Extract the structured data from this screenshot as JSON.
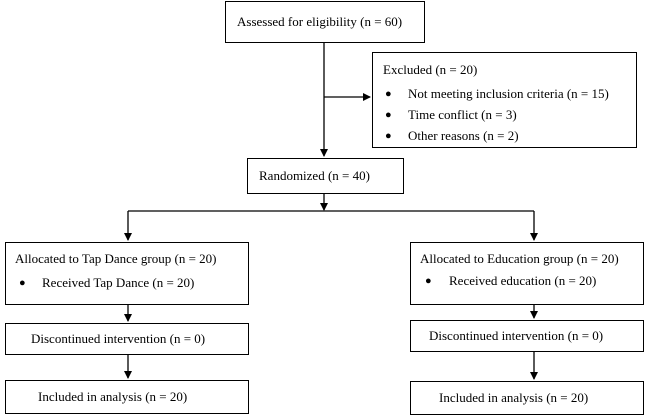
{
  "assessed": "Assessed for eligibility (n = 60)",
  "excluded": {
    "title": "Excluded (n = 20)",
    "items": [
      "Not meeting inclusion criteria (n = 15)",
      "Time conflict (n = 3)",
      "Other reasons (n = 2)"
    ]
  },
  "randomized": "Randomized (n = 40)",
  "left": {
    "allocated": "Allocated to Tap Dance group (n = 20)",
    "received": "Received Tap Dance (n = 20)",
    "discontinued": "Discontinued intervention (n = 0)",
    "analysis": "Included in analysis (n = 20)"
  },
  "right": {
    "allocated": "Allocated to Education group (n = 20)",
    "received": "Received education (n = 20)",
    "discontinued": "Discontinued intervention (n = 0)",
    "analysis": "Included in analysis (n = 20)"
  }
}
